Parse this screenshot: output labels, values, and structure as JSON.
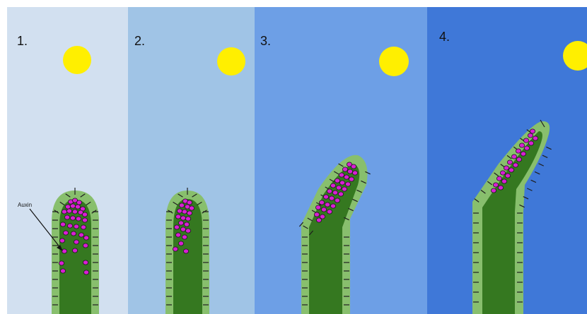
{
  "panels": [
    {
      "number": "1.",
      "background": "#d2e0f0"
    },
    {
      "number": "2.",
      "background": "#a0c4e6"
    },
    {
      "number": "3.",
      "background": "#6d9fe6"
    },
    {
      "number": "4.",
      "background": "#3f78d8"
    }
  ],
  "annotation": {
    "label": "Auxin"
  },
  "colors": {
    "sun": "#ffef00",
    "outer_tissue": "#88bf6d",
    "inner_tissue": "#357820",
    "auxin": "#d81fd3",
    "auxin_outline": "#1b1b1b",
    "tick": "#1e1e1e"
  }
}
